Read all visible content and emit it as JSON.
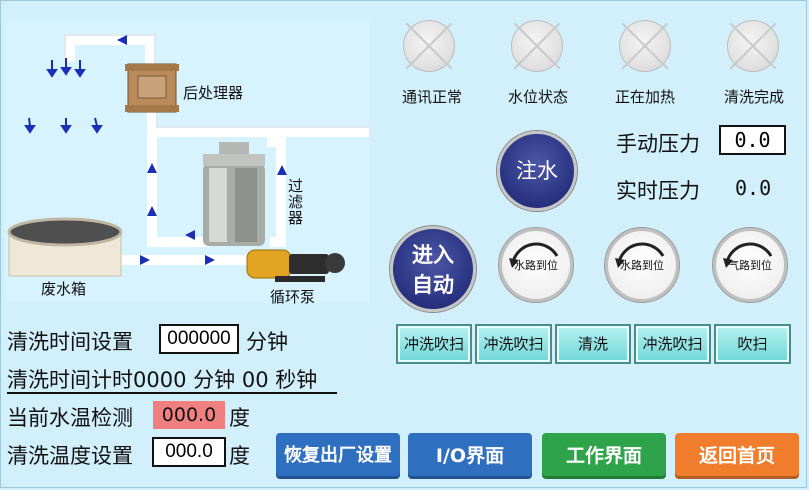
{
  "diagram": {
    "post_processor_label": "后处理器",
    "filter_label": [
      "过",
      "滤",
      "器"
    ],
    "waste_tank_label": "废水箱",
    "pump_label": "循环泵"
  },
  "indicators": [
    {
      "label": "通讯正常",
      "state": "off"
    },
    {
      "label": "水位状态",
      "state": "off"
    },
    {
      "label": "正在加热",
      "state": "off"
    },
    {
      "label": "清洗完成",
      "state": "off"
    }
  ],
  "pressure": {
    "manual_label": "手动压力",
    "manual_value": "0.0",
    "realtime_label": "实时压力",
    "realtime_value": "0.0"
  },
  "buttons": {
    "fill_water": "注水",
    "enter_auto_line1": "进入",
    "enter_auto_line2": "自动"
  },
  "gauges": [
    {
      "label": "水路到位"
    },
    {
      "label": "水路到位"
    },
    {
      "label": "气路到位"
    }
  ],
  "function_buttons": [
    "冲洗吹扫",
    "冲洗吹扫",
    "清洗",
    "冲洗吹扫",
    "吹扫"
  ],
  "settings": {
    "wash_time_label": "清洗时间设置",
    "wash_time_value": "000000",
    "wash_time_unit": "分钟",
    "wash_timer_label": "清洗时间计时",
    "wash_timer_minutes": "0000",
    "minute_unit": "分钟",
    "wash_timer_seconds": "00",
    "second_unit": "秒钟",
    "current_temp_label": "当前水温检测",
    "current_temp_value": "000.0",
    "degree_unit": "度",
    "set_temp_label": "清洗温度设置",
    "set_temp_value": "000.0"
  },
  "nav": {
    "factory_reset": "恢复出厂设置",
    "io": "I/O界面",
    "work": "工作界面",
    "home": "返回首页"
  },
  "colors": {
    "background": "#d2f0fc",
    "alarm_field": "#f08080",
    "nav_blue": "#2f6fc0",
    "nav_green": "#2fa34a",
    "nav_orange": "#ef7d2c"
  }
}
